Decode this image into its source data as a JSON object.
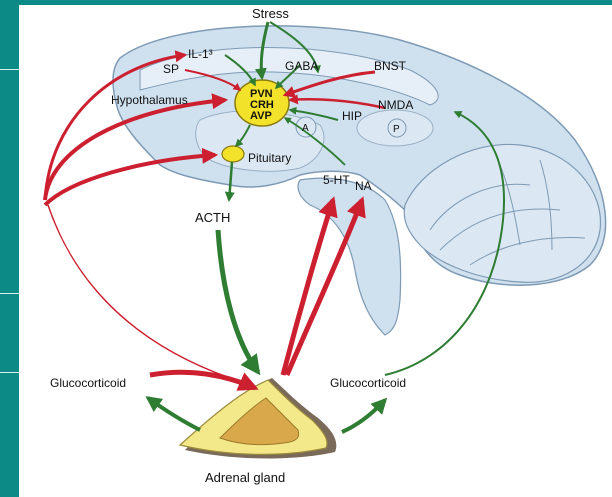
{
  "labels": {
    "stress": "Stress",
    "il1": "IL-1³",
    "sp": "SP",
    "gaba": "GABA",
    "bnst": "BNST",
    "hypothalamus": "Hypothalamus",
    "pvn": "PVN",
    "crh": "CRH",
    "avp": "AVP",
    "nmda": "NMDA",
    "hip": "HIP",
    "a": "A",
    "p": "P",
    "pituitary": "Pituitary",
    "fivehtn": "5-HT",
    "na": "NA",
    "acth": "ACTH",
    "glucocorticoid_left": "Glucocorticoid",
    "glucocorticoid_right": "Glucocorticoid",
    "adrenal_gland": "Adrenal gland"
  },
  "colors": {
    "frame": "#0b8a86",
    "brain_fill": "#cfe0ee",
    "brain_stroke": "#7e9ab4",
    "nucleus": "#f2e22a",
    "stimulate_arrow": "#cc1f2f",
    "feedback_arrow": "#2e7d32",
    "adrenal_outer": "#f4e98a",
    "adrenal_inner": "#d8a84a",
    "adrenal_shadow": "#7a6a5a"
  }
}
